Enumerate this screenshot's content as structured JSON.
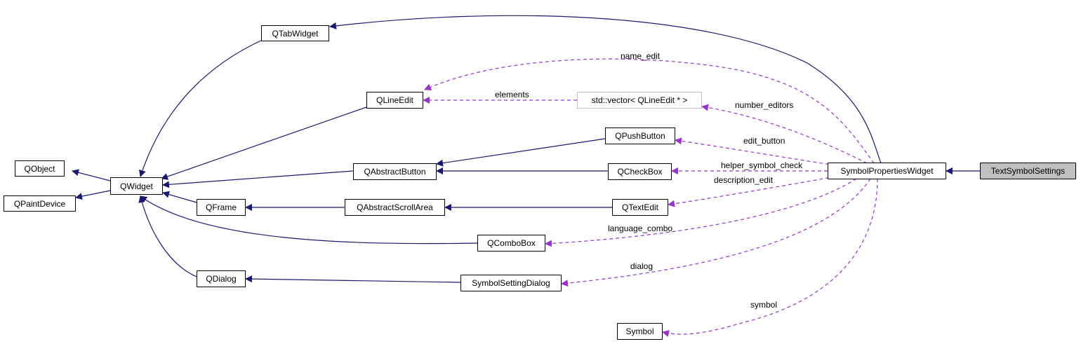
{
  "colors": {
    "inheritance_edge": "#191970",
    "usage_edge": "#9a32cd",
    "node_border": "#000000",
    "template_border": "#bfbfbf",
    "current_fill": "#bfbfbf"
  },
  "nodes": {
    "qtabwidget": "QTabWidget",
    "qobject": "QObject",
    "qpaintdevice": "QPaintDevice",
    "qwidget": "QWidget",
    "qlineedit": "QLineEdit",
    "stdvector": "std::vector< QLineEdit * >",
    "qpushbutton": "QPushButton",
    "qabstractbutton": "QAbstractButton",
    "qcheckbox": "QCheckBox",
    "symbolpropertieswidget": "SymbolPropertiesWidget",
    "textsymbolsettings": "TextSymbolSettings",
    "qframe": "QFrame",
    "qabstractscrollarea": "QAbstractScrollArea",
    "qtextedit": "QTextEdit",
    "qcombobox": "QComboBox",
    "qdialog": "QDialog",
    "symbolsettingdialog": "SymbolSettingDialog",
    "symbol": "Symbol"
  },
  "edge_labels": {
    "name_edit": "name_edit",
    "elements": "elements",
    "number_editors": "number_editors",
    "edit_button": "edit_button",
    "helper_symbol_check": "helper_symbol_check",
    "description_edit": "description_edit",
    "language_combo": "language_combo",
    "dialog": "dialog",
    "symbol": "symbol"
  }
}
